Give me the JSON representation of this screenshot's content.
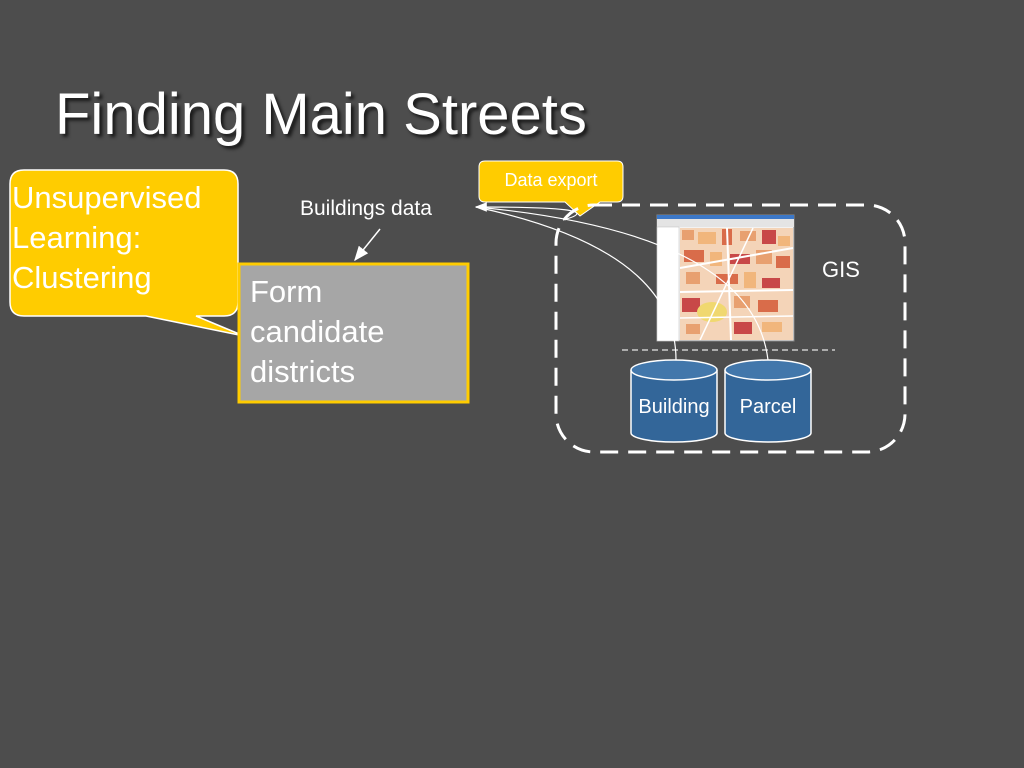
{
  "slide": {
    "title": "Finding Main Streets"
  },
  "callout": {
    "lines": [
      "Unsupervised",
      "Learning:",
      "Clustering"
    ]
  },
  "process_box": {
    "lines": [
      "Form",
      "candidate",
      "districts"
    ]
  },
  "data_export": {
    "label": "Data export"
  },
  "buildings_data": {
    "label": "Buildings data"
  },
  "gis": {
    "label": "GIS"
  },
  "databases": [
    {
      "label": "Building"
    },
    {
      "label": "Parcel"
    }
  ],
  "colors": {
    "background": "#4d4d4d",
    "callout_fill": "#ffcc00",
    "box_fill": "#a6a6a6",
    "box_border": "#ffcc00",
    "cylinder_fill": "#336699",
    "text": "#ffffff"
  }
}
